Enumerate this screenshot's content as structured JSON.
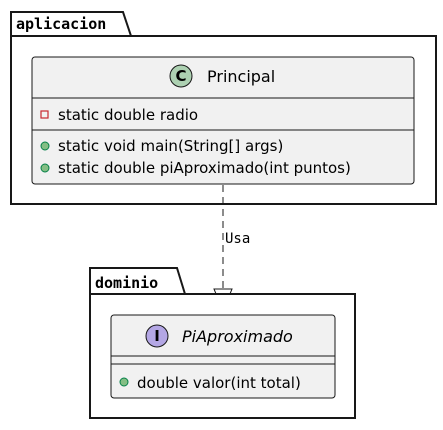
{
  "packages": [
    {
      "name": "aplicacion"
    },
    {
      "name": "dominio"
    }
  ],
  "principal": {
    "stereotype_letter": "C",
    "badge_color": "#ADD1B2",
    "name": "Principal",
    "fields": [
      {
        "visibility": "private",
        "text": "static double radio"
      }
    ],
    "methods": [
      {
        "visibility": "public",
        "text": "static void main(String[] args)"
      },
      {
        "visibility": "public",
        "text": "static double piAproximado(int puntos)"
      }
    ]
  },
  "pi_aproximado": {
    "stereotype_letter": "I",
    "badge_color": "#B4A7E5",
    "name": "PiAproximado",
    "methods": [
      {
        "visibility": "public",
        "text": "double valor(int total)"
      }
    ]
  },
  "relation": {
    "label": "Usa",
    "type": "realization-dependency"
  },
  "colors": {
    "class_fill": "#F1F1F1",
    "border": "#181818",
    "public_icon": "#84BE84",
    "private_icon": "#C82930"
  }
}
